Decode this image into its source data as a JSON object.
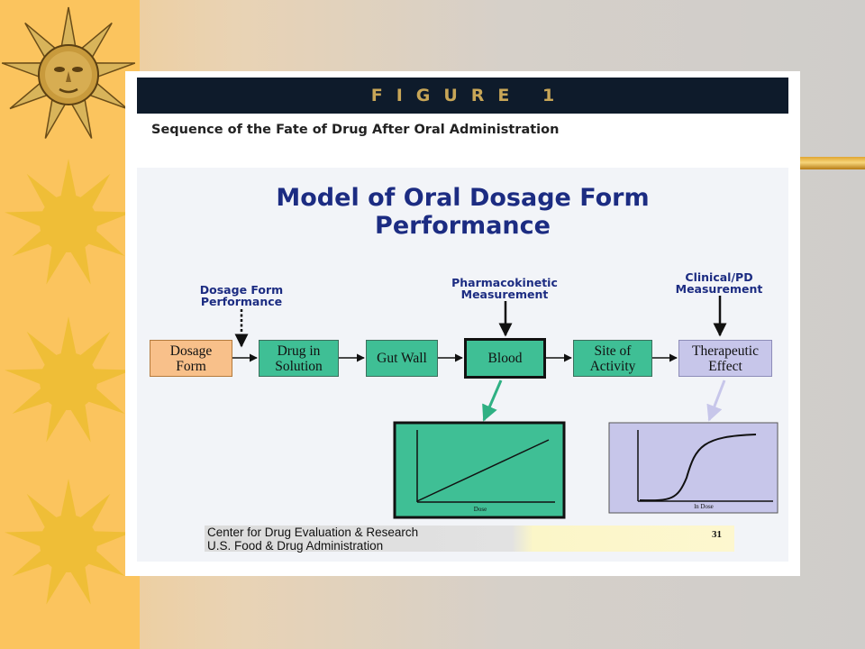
{
  "figure": {
    "header": "FIGURE 1",
    "caption": "Sequence of the Fate of Drug After Oral Administration"
  },
  "slide": {
    "title_line1": "Model of Oral Dosage Form",
    "title_line2": "Performance"
  },
  "annotations": {
    "dosage_form_performance": [
      "Dosage Form",
      "Performance"
    ],
    "pharmacokinetic": [
      "Pharmacokinetic",
      "Measurement"
    ],
    "clinical_pd": [
      "Clinical/PD",
      "Measurement"
    ]
  },
  "flow": {
    "dosage_form": [
      "Dosage",
      "Form"
    ],
    "drug_in_solution": [
      "Drug in",
      "Solution"
    ],
    "gut_wall": "Gut Wall",
    "blood": "Blood",
    "site_of_activity": [
      "Site of",
      "Activity"
    ],
    "therapeutic_effect": [
      "Therapeutic",
      "Effect"
    ]
  },
  "charts": {
    "linear_xlabel": "Dose",
    "sigmoid_xlabel": "ln Dose"
  },
  "footer": {
    "line1": "Center for Drug Evaluation & Research",
    "line2": "U.S. Food & Drug Administration",
    "page": "31"
  },
  "colors": {
    "green_box": "#3fbf95",
    "peach_box": "#f8c08a",
    "lavender_box": "#c7c6ea",
    "title_blue": "#1c2c82",
    "header_navy": "#0e1b2b",
    "sun_yellow": "#efbe37"
  }
}
